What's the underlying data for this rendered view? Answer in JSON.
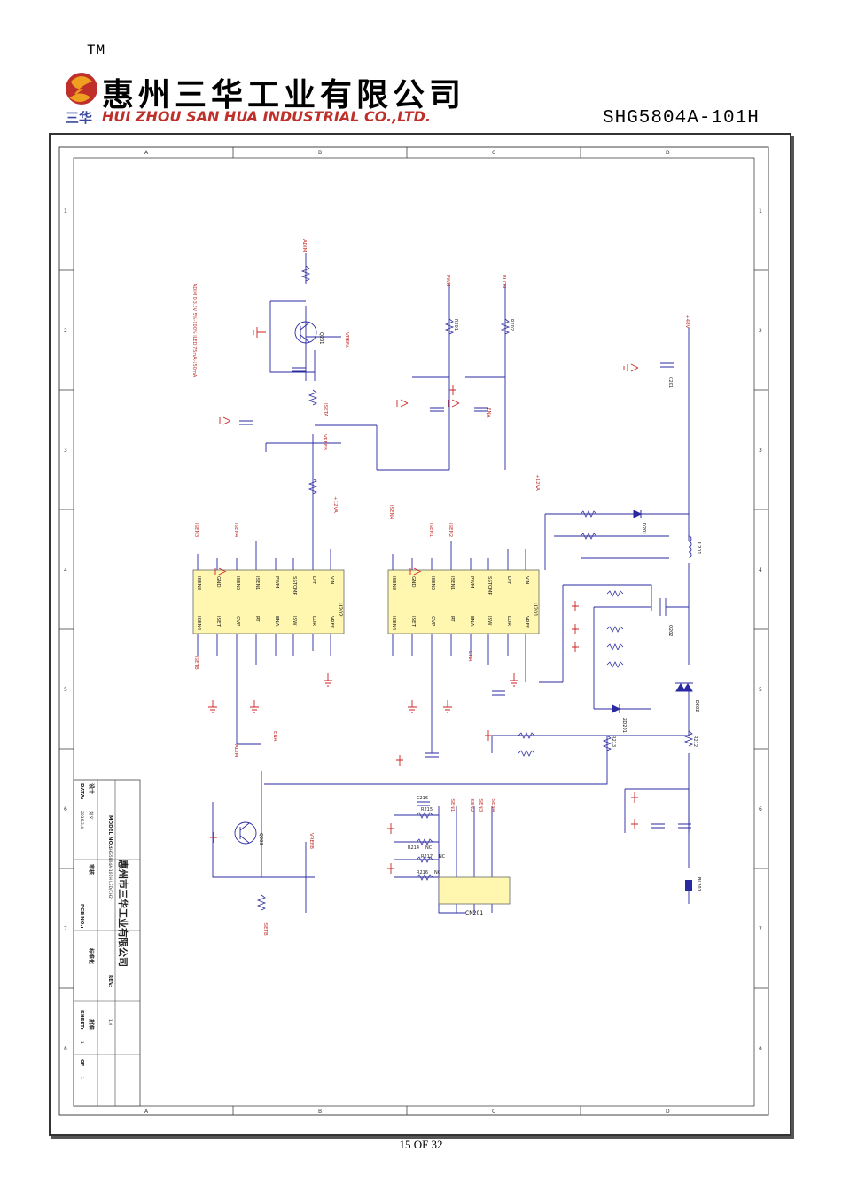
{
  "header": {
    "trademark": "TM",
    "company_cn": "惠州三华工业有限公司",
    "sanhua_cn": "三华",
    "company_en": "HUI ZHOU SAN HUA INDUSTRIAL CO.,LTD.",
    "model": "SHG5804A-101H"
  },
  "border_letters": [
    "A",
    "B",
    "C",
    "D"
  ],
  "border_numbers": [
    "1",
    "2",
    "3",
    "4",
    "5",
    "6",
    "7",
    "8"
  ],
  "ics": {
    "u202": {
      "ref": "U202",
      "top_pins": [
        "ISEN3",
        "GND",
        "ISEN2",
        "ISEN1",
        "PWM",
        "SSTCMP",
        "LPF",
        "VIN"
      ],
      "bottom_pins": [
        "ISEN4",
        "ISET",
        "OVP",
        "RT",
        "ENA",
        "ISW",
        "LDR",
        "VREF"
      ]
    },
    "u201": {
      "ref": "U201",
      "top_pins": [
        "ISEN3",
        "GND",
        "ISEN2",
        "ISEN1",
        "PWM",
        "SSTCMP",
        "LPF",
        "VIN"
      ],
      "bottom_pins": [
        "ISEN4",
        "ISET",
        "OVP",
        "RT",
        "ENA",
        "ISW",
        "LDR",
        "VREF"
      ]
    }
  },
  "nets": {
    "adim": "ADIM",
    "pwm": "PWM",
    "blon": "BLON",
    "vrefa": "VREFA",
    "vrefb": "VREFB",
    "p48v": "+48V",
    "p12va": "+12VA",
    "ena": "ENA",
    "isen1": "ISEN1",
    "isen2": "ISEN2",
    "isen3": "ISEN3",
    "isen4": "ISEN4",
    "iseta": "ISETA",
    "isetb": "ISETB"
  },
  "components": {
    "q201": "Q201",
    "q202": "Q202",
    "q203": "Q203",
    "l201": "L201",
    "d201": "D201",
    "d202": "D202",
    "zd201": "ZD201",
    "c201": "C201",
    "c216": "C216",
    "r215": "R215",
    "r214": "R214",
    "r217": "R217",
    "r216": "R216",
    "r201": "R201",
    "r202": "R202",
    "r212": "R212",
    "r213": "R213",
    "bl201": "BL201",
    "cn201": "CN201",
    "nc": "NC"
  },
  "notes": {
    "adim_note": "ADIM 0-3.3V 5%-100% ILED 75mA-150mA"
  },
  "title_block": {
    "company": "惠州市三华工业有限公司",
    "model_label": "MODEL NO.:",
    "model_value": "SHG5804A-101H LED/CH2",
    "design_label": "设计",
    "design_name": "刘义",
    "review_label": "审核",
    "standard_label": "标准化",
    "approve_label": "批准",
    "date_label": "DATA:",
    "date_value": "2016.3.4",
    "pcb_label": "PCB NO.:",
    "rev_label": "REV:",
    "rev_value": "1.0",
    "sheet_label": "SHEET:",
    "sheet_value": "1",
    "of_label": "OF",
    "of_value": "1"
  },
  "footer": {
    "page": "15 OF 32"
  },
  "colors": {
    "wire": "#2a2aa0",
    "ground": "#cc2222",
    "ic_fill": "#fff7b0",
    "red_text": "#c0302a",
    "blue_text": "#3a4aa0"
  }
}
